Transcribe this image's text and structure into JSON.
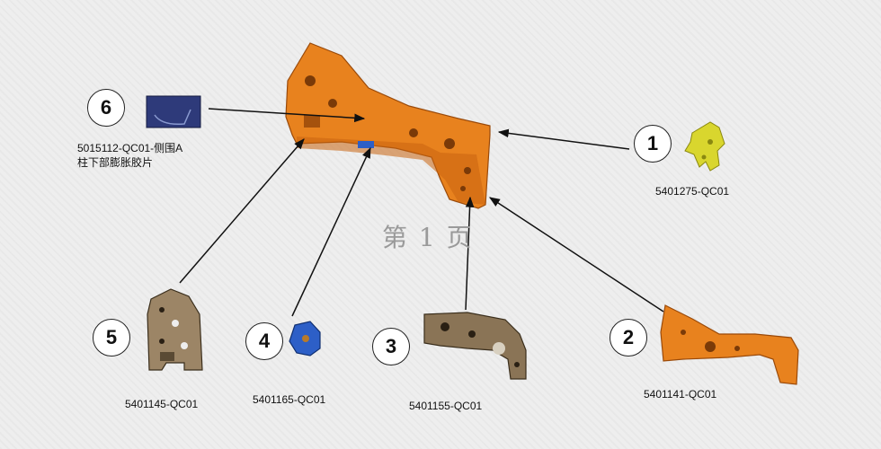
{
  "page_label": "第 1 页",
  "colors": {
    "assembly": "#e8821e",
    "part1": "#d9d62e",
    "part2": "#e8821e",
    "part3": "#8a7456",
    "part4": "#2d5fc7",
    "part5": "#9c8566",
    "part6": "#2e3a7a"
  },
  "callouts": [
    {
      "number": "1",
      "part_no": "5401275-QC01"
    },
    {
      "number": "2",
      "part_no": "5401141-QC01"
    },
    {
      "number": "3",
      "part_no": "5401155-QC01"
    },
    {
      "number": "4",
      "part_no": "5401165-QC01"
    },
    {
      "number": "5",
      "part_no": "5401145-QC01"
    },
    {
      "number": "6",
      "part_no": "5015112-QC01-侧围A",
      "part_name": "柱下部膨胀胶片"
    }
  ]
}
